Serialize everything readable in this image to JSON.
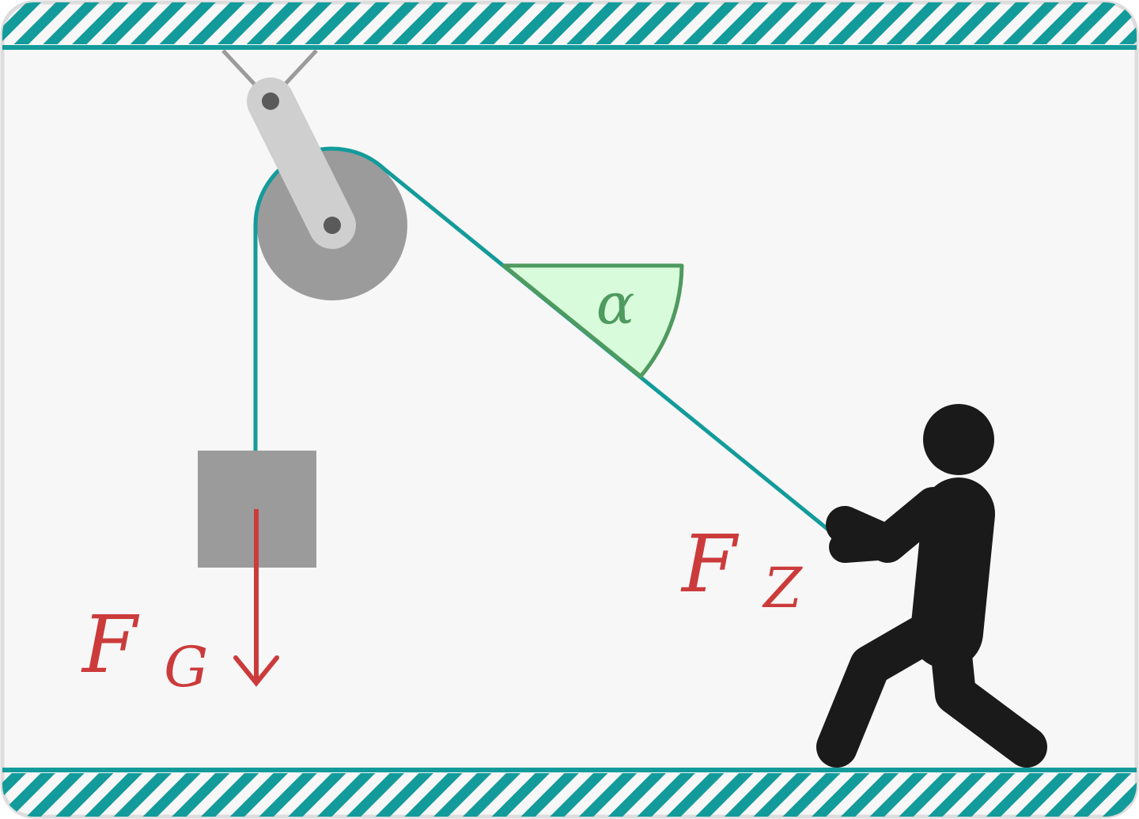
{
  "diagram": {
    "labels": {
      "weight_force": {
        "main": "F",
        "sub": "G"
      },
      "pull_force": {
        "main": "F",
        "sub": "Z"
      },
      "angle": "α"
    },
    "colors": {
      "background": "#f7f7f7",
      "frame": "#dddddd",
      "rope": "#139b9b",
      "hatch": "#139b9b",
      "force": "#cc3b3b",
      "angle_stroke": "#4f9a5f",
      "angle_fill": "#d8fbdc",
      "pulley": "#9b9b9b",
      "arm": "#cfcfcf",
      "pin": "#5a5a5a",
      "block": "#9b9b9b",
      "person": "#1a1a1a"
    }
  }
}
